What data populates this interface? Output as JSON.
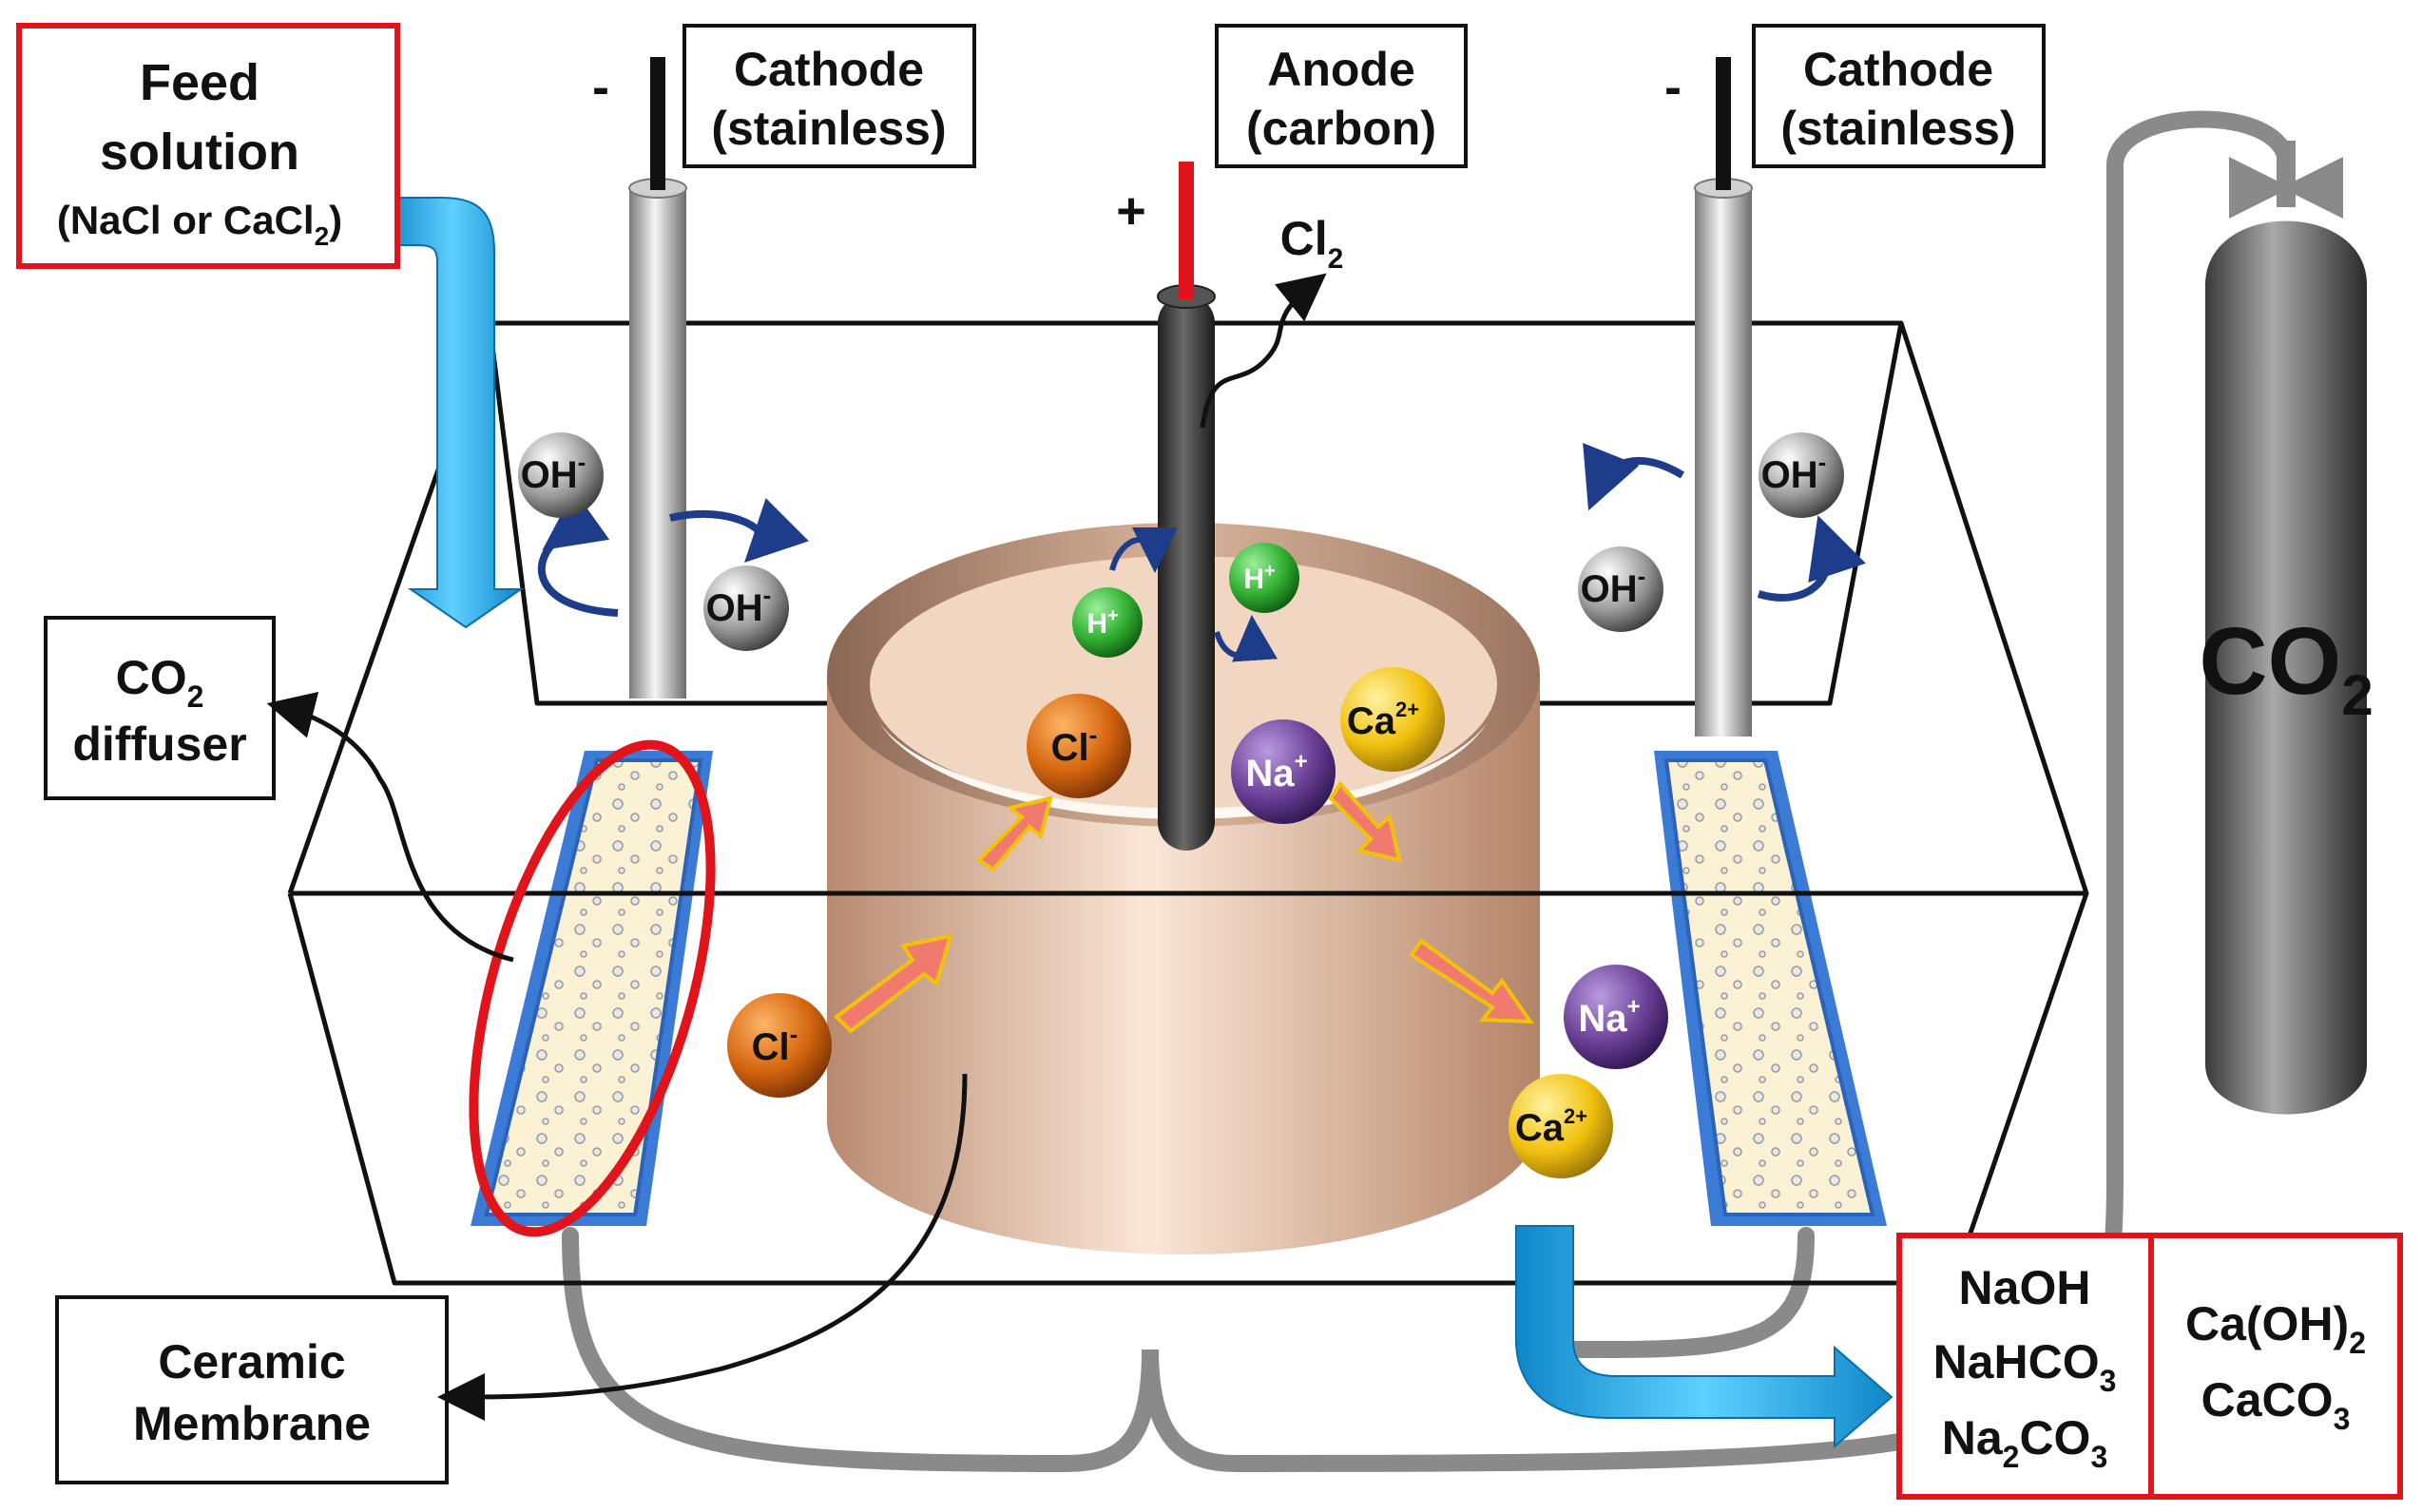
{
  "labels": {
    "feed": {
      "line1": "Feed",
      "line2": "solution",
      "line3_prefix": "(NaCl or CaCl",
      "line3_sub": "2",
      "line3_suffix": ")"
    },
    "cathode_left": {
      "line1": "Cathode",
      "line2": "(stainless)"
    },
    "anode": {
      "line1": "Anode",
      "line2": "(carbon)"
    },
    "cathode_right": {
      "line1": "Cathode",
      "line2": "(stainless)"
    },
    "co2_diffuser": {
      "prefix": "CO",
      "sub": "2",
      "line2": "diffuser"
    },
    "ceramic": {
      "line1": "Ceramic",
      "line2": "Membrane"
    },
    "co2_tank": {
      "prefix": "CO",
      "sub": "2"
    },
    "cl2_gas": {
      "prefix": "Cl",
      "sub": "2"
    },
    "polarity": {
      "cathode_left": "-",
      "anode": "+",
      "cathode_right": "-"
    }
  },
  "products": {
    "sodium": {
      "line1": "NaOH",
      "line2_prefix": "NaHCO",
      "line2_sub": "3",
      "line3_a": "Na",
      "line3_sub1": "2",
      "line3_b": "CO",
      "line3_sub2": "3"
    },
    "calcium": {
      "line1_prefix": "Ca(OH)",
      "line1_sub": "2",
      "line2_prefix": "CaCO",
      "line2_sub": "3"
    }
  },
  "ions": {
    "oh": {
      "base": "OH",
      "sup": "-"
    },
    "h": {
      "base": "H",
      "sup": "+"
    },
    "cl": {
      "base": "Cl",
      "sup": "-"
    },
    "na": {
      "base": "Na",
      "sup": "+"
    },
    "ca": {
      "base": "Ca",
      "sup": "2+"
    }
  },
  "colors": {
    "frame_red": "#e0141a",
    "flow_blue": "#1aa9e8",
    "oh_ion": "#8a8a8a",
    "h_ion": "#2fae2f",
    "cl_ion": "#d4650f",
    "na_ion": "#6a3f95",
    "ca_ion": "#f2c10f",
    "membrane": "#e3b89e",
    "ion_flow_arrow": "#f07a6e"
  }
}
